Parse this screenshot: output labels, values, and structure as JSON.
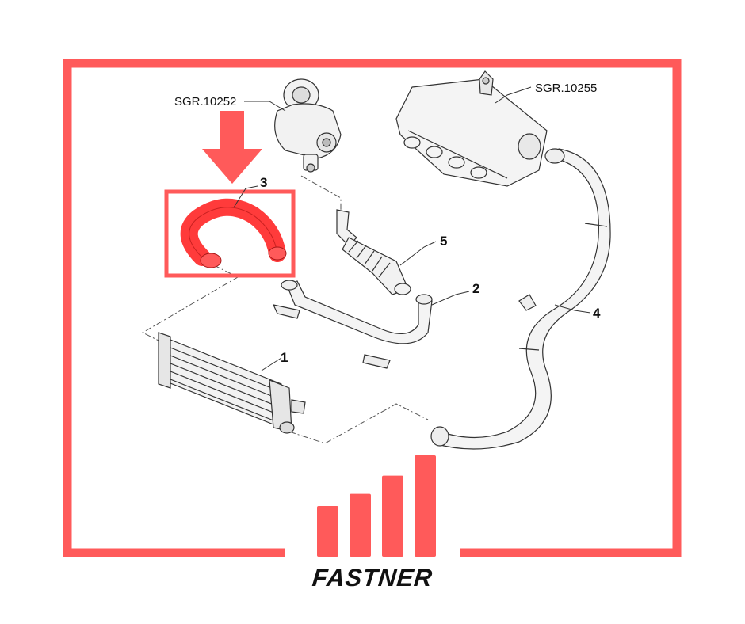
{
  "colors": {
    "accent": "#ff5a5a",
    "line": "#333333",
    "background": "#ffffff"
  },
  "references": {
    "turbo": "SGR.10252",
    "manifold": "SGR.10255"
  },
  "callouts": [
    "1",
    "2",
    "3",
    "4",
    "5"
  ],
  "brand": {
    "name": "FASTNER",
    "logo_bars": [
      0.5,
      0.62,
      0.8,
      1.0
    ]
  }
}
